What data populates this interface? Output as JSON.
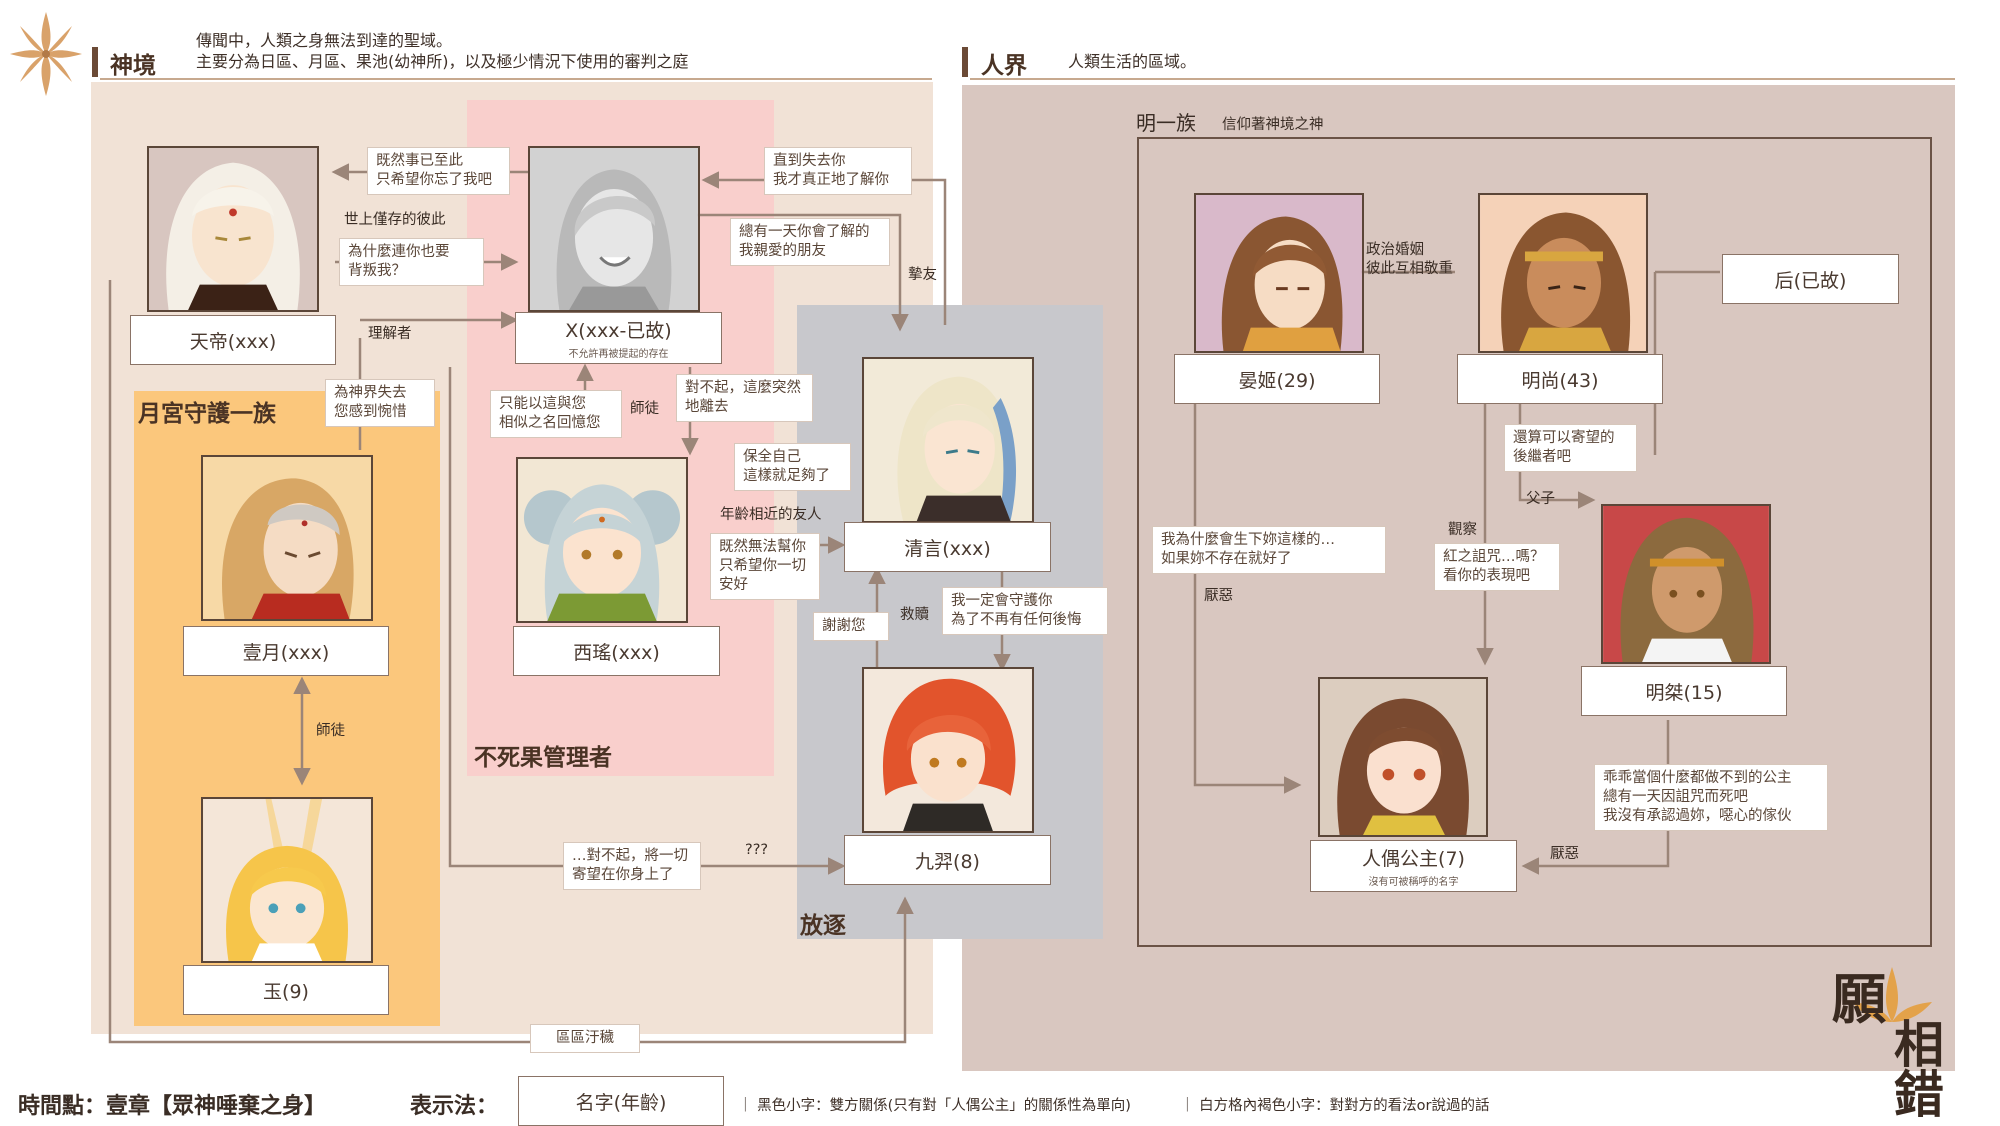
{
  "colors": {
    "god_region": "#f1e2d6",
    "human_region": "#d9c7c0",
    "moon_zone": "#fbc77c",
    "fruit_zone": "#f9cfcc",
    "exile_zone": "#c8c8cc",
    "line": "#9b8578"
  },
  "god_realm": {
    "title": "神境",
    "desc_line1": "傳聞中，人類之身無法到達的聖域。",
    "desc_line2": "主要分為日區、月區、果池(幼神所)，以及極少情況下使用的審判之庭"
  },
  "human_realm": {
    "title": "人界",
    "desc": "人類生活的區域。"
  },
  "zones": {
    "moon": "月宮守護一族",
    "fruit": "不死果管理者",
    "exile": "放逐",
    "ming_title": "明一族",
    "ming_desc": "信仰著神境之神"
  },
  "characters": {
    "tiandi": "天帝(xxx)",
    "x": "X(xxx-已故)",
    "x_sub": "不允許再被提起的存在",
    "yiyue": "壹月(xxx)",
    "yu": "玉(9)",
    "xiyao": "西瑤(xxx)",
    "qingyan": "清言(xxx)",
    "jiuyi": "九羿(8)",
    "yanji": "晏姬(29)",
    "mingshang": "明尚(43)",
    "hou": "后(已故)",
    "mingjie": "明桀(15)",
    "doll": "人偶公主(7)",
    "doll_sub": "沒有可被稱呼的名字"
  },
  "quotes": {
    "q1": "既然事已至此\n只希望你忘了我吧",
    "q2": "為什麼連你也要\n背叛我？",
    "q3": "直到失去你\n我才真正地了解你",
    "q4": "總有一天你會了解的\n我親愛的朋友",
    "q5": "為神界失去\n您感到惋惜",
    "q6": "只能以這與您\n相似之名回憶您",
    "q7": "對不起，這麼突然\n地離去",
    "q8": "保全自己\n這樣就足夠了",
    "q9": "既然無法幫你\n只希望你一切\n安好",
    "q10": "謝謝您",
    "q11": "我一定會守護你\n為了不再有任何後悔",
    "q12": "…對不起，將一切\n寄望在你身上了",
    "q13": "區區汙穢",
    "q14": "我為什麼會生下妳這樣的…\n如果妳不存在就好了",
    "q15": "還算可以寄望的\n後繼者吧",
    "q16": "紅之詛咒…嗎？\n看你的表現吧",
    "q17": "乖乖當個什麼都做不到的公主\n總有一天因詛咒而死吧\n我沒有承認過妳，噁心的傢伙"
  },
  "relations": {
    "r1": "世上僅存的彼此",
    "r2": "理解者",
    "r3": "摯友",
    "r4": "師徒",
    "r5": "年齡相近的友人",
    "r6": "救贖",
    "r7": "???",
    "r8": "師徒",
    "r9": "政治婚姻\n彼此互相敬重",
    "r10": "父子",
    "r11": "觀察",
    "r12": "厭惡",
    "r13": "厭惡"
  },
  "footer": {
    "timepoint": "時間點：壹章【眾神唾棄之身】",
    "legend_title": "表示法：",
    "legend_box": "名字(年齡)",
    "legend_note1": "黑色小字：雙方關係(只有對「人偶公主」的關係性為單向)",
    "legend_note2": "白方格內褐色小字：對對方的看法or說過的話"
  },
  "logo": {
    "line1": "願",
    "line2": "相錯"
  }
}
